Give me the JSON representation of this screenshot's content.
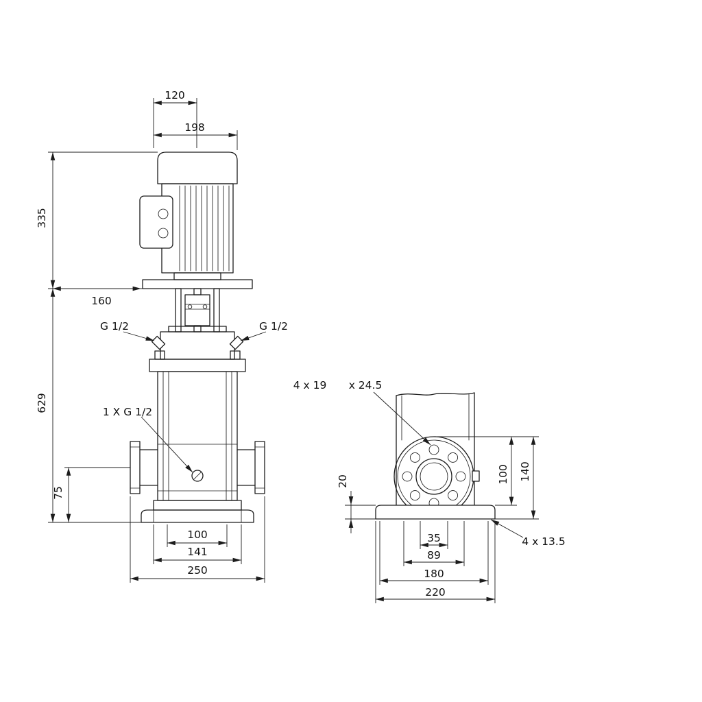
{
  "colors": {
    "background": "#ffffff",
    "line": "#1c1c1c"
  },
  "front_view": {
    "dim_120": "120",
    "dim_198": "198",
    "dim_335": "335",
    "dim_160": "160",
    "dim_629": "629",
    "dim_75": "75",
    "dim_100": "100",
    "dim_141": "141",
    "dim_250": "250",
    "vent_plug_left": "G 1/2",
    "vent_plug_right": "G 1/2",
    "drain_plug": "1 X G 1/2"
  },
  "side_view": {
    "flange_holes": "4 x 19",
    "flange_counterbore": "x 24.5",
    "dim_20": "20",
    "dim_100": "100",
    "dim_140": "140",
    "dim_35": "35",
    "dim_89": "89",
    "dim_180": "180",
    "dim_220": "220",
    "base_holes": "4 x 13.5"
  }
}
